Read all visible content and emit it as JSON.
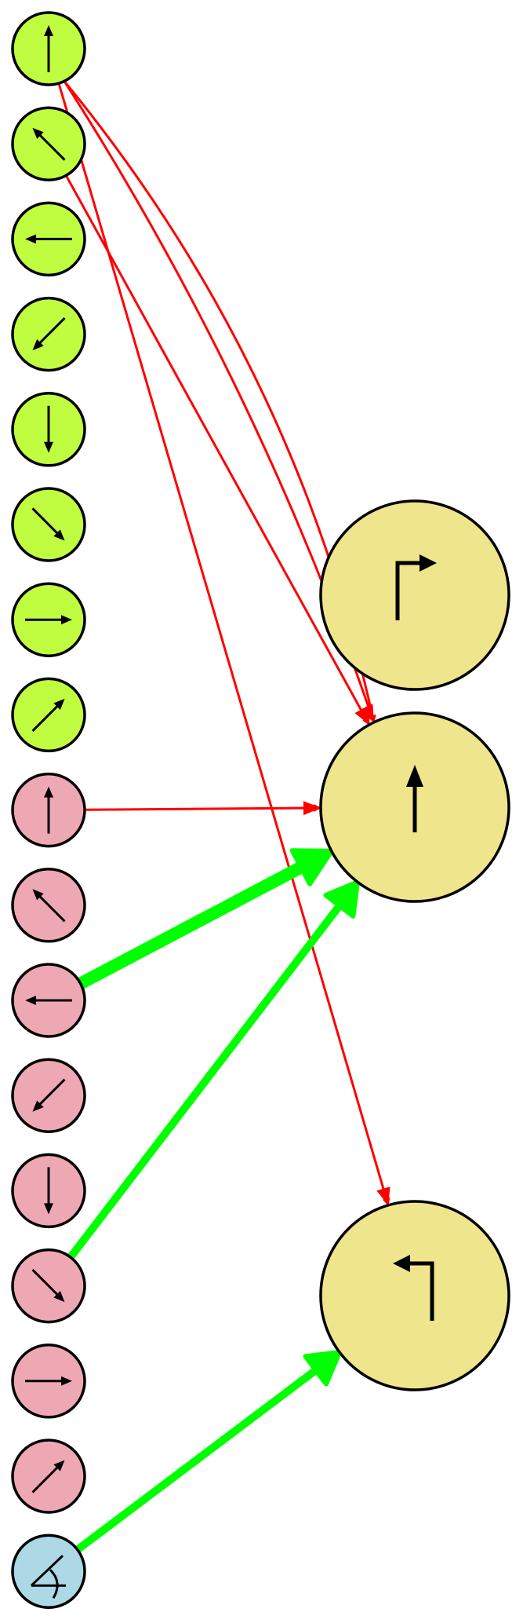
{
  "colors": {
    "node_green": "#c0fc40",
    "node_pink": "#eea8b4",
    "node_blue": "#add8e6",
    "node_yellow": "#efe58c",
    "node_stroke": "#000000",
    "edge_red": "#ff0000",
    "edge_green": "#00ff00"
  },
  "input_nodes": [
    {
      "id": "g-up",
      "group": "green",
      "icon": "arrow-up"
    },
    {
      "id": "g-upleft",
      "group": "green",
      "icon": "arrow-up-left"
    },
    {
      "id": "g-left",
      "group": "green",
      "icon": "arrow-left"
    },
    {
      "id": "g-downleft",
      "group": "green",
      "icon": "arrow-down-left"
    },
    {
      "id": "g-down",
      "group": "green",
      "icon": "arrow-down"
    },
    {
      "id": "g-downright",
      "group": "green",
      "icon": "arrow-down-right"
    },
    {
      "id": "g-right",
      "group": "green",
      "icon": "arrow-right"
    },
    {
      "id": "g-upright",
      "group": "green",
      "icon": "arrow-up-right"
    },
    {
      "id": "p-up",
      "group": "pink",
      "icon": "arrow-up"
    },
    {
      "id": "p-upleft",
      "group": "pink",
      "icon": "arrow-up-left"
    },
    {
      "id": "p-left",
      "group": "pink",
      "icon": "arrow-left"
    },
    {
      "id": "p-downleft",
      "group": "pink",
      "icon": "arrow-down-left"
    },
    {
      "id": "p-down",
      "group": "pink",
      "icon": "arrow-down"
    },
    {
      "id": "p-downright",
      "group": "pink",
      "icon": "arrow-down-right"
    },
    {
      "id": "p-right",
      "group": "pink",
      "icon": "arrow-right"
    },
    {
      "id": "p-upright",
      "group": "pink",
      "icon": "arrow-up-right"
    },
    {
      "id": "b-angle",
      "group": "blue",
      "icon": "measured-angle"
    }
  ],
  "output_nodes": [
    {
      "id": "out-turn-right",
      "icon": "turn-right-arrow"
    },
    {
      "id": "out-straight",
      "icon": "straight-up-arrow"
    },
    {
      "id": "out-turn-left",
      "icon": "turn-left-arrow"
    }
  ],
  "edges": [
    {
      "from": "g-up",
      "to": "out-straight",
      "color": "red",
      "weight": 1
    },
    {
      "from": "g-up",
      "to": "out-straight",
      "color": "red",
      "weight": 1
    },
    {
      "from": "g-up",
      "to": "out-turn-left",
      "color": "red",
      "weight": 1
    },
    {
      "from": "g-upleft",
      "to": "out-straight",
      "color": "red",
      "weight": 1
    },
    {
      "from": "p-up",
      "to": "out-straight",
      "color": "red",
      "weight": 1
    },
    {
      "from": "p-left",
      "to": "out-straight",
      "color": "green",
      "weight": 3
    },
    {
      "from": "p-downright",
      "to": "out-straight",
      "color": "green",
      "weight": 2
    },
    {
      "from": "b-angle",
      "to": "out-turn-left",
      "color": "green",
      "weight": 2
    }
  ]
}
